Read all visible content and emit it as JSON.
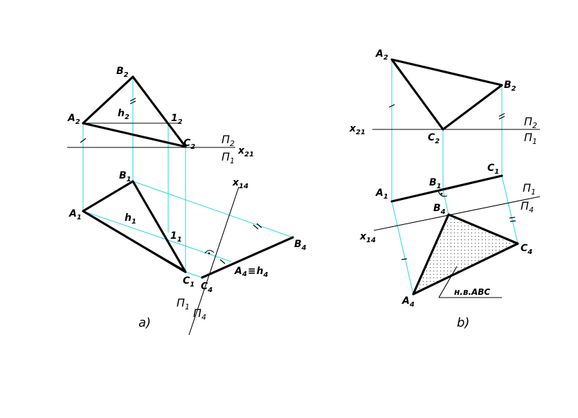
{
  "colors": {
    "projection_line": "#22d5e6",
    "line": "#000000",
    "background": "#ffffff"
  },
  "figure_a": {
    "caption": "а)",
    "labels": {
      "A2": {
        "main": "A",
        "sub": "2"
      },
      "B2": {
        "main": "B",
        "sub": "2"
      },
      "C2": {
        "main": "C",
        "sub": "2"
      },
      "h2": {
        "main": "h",
        "sub": "2"
      },
      "p12": {
        "main": "1",
        "sub": "2"
      },
      "A1": {
        "main": "A",
        "sub": "1"
      },
      "B1": {
        "main": "B",
        "sub": "1"
      },
      "C1": {
        "main": "C",
        "sub": "1"
      },
      "h1": {
        "main": "h",
        "sub": "1"
      },
      "p11": {
        "main": "1",
        "sub": "1"
      },
      "B4": {
        "main": "B",
        "sub": "4"
      },
      "C4": {
        "main": "C",
        "sub": "4"
      },
      "A4": {
        "main": "A",
        "sub": "4"
      },
      "h4": {
        "main": "h",
        "sub": "4"
      },
      "coincide": "≡",
      "x21": {
        "main": "x",
        "sub": "21"
      },
      "x14": {
        "main": "x",
        "sub": "14"
      },
      "pi2": {
        "main": "П",
        "sub": "2"
      },
      "pi1": {
        "main": "П",
        "sub": "1"
      },
      "pi1b": {
        "main": "П",
        "sub": "1"
      },
      "pi4": {
        "main": "П",
        "sub": "4"
      }
    }
  },
  "figure_b": {
    "caption": "b)",
    "note": "н.в.ABC",
    "labels": {
      "A2": {
        "main": "A",
        "sub": "2"
      },
      "B2": {
        "main": "B",
        "sub": "2"
      },
      "C2": {
        "main": "C",
        "sub": "2"
      },
      "A1": {
        "main": "A",
        "sub": "1"
      },
      "B1": {
        "main": "B",
        "sub": "1"
      },
      "C1": {
        "main": "C",
        "sub": "1"
      },
      "B4": {
        "main": "B",
        "sub": "4"
      },
      "C4": {
        "main": "C",
        "sub": "4"
      },
      "A4": {
        "main": "A",
        "sub": "4"
      },
      "x21": {
        "main": "x",
        "sub": "21"
      },
      "x14": {
        "main": "x",
        "sub": "14"
      },
      "pi2": {
        "main": "П",
        "sub": "2"
      },
      "pi1": {
        "main": "П",
        "sub": "1"
      },
      "pi1b": {
        "main": "П",
        "sub": "1"
      },
      "pi4": {
        "main": "П",
        "sub": "4"
      }
    }
  }
}
